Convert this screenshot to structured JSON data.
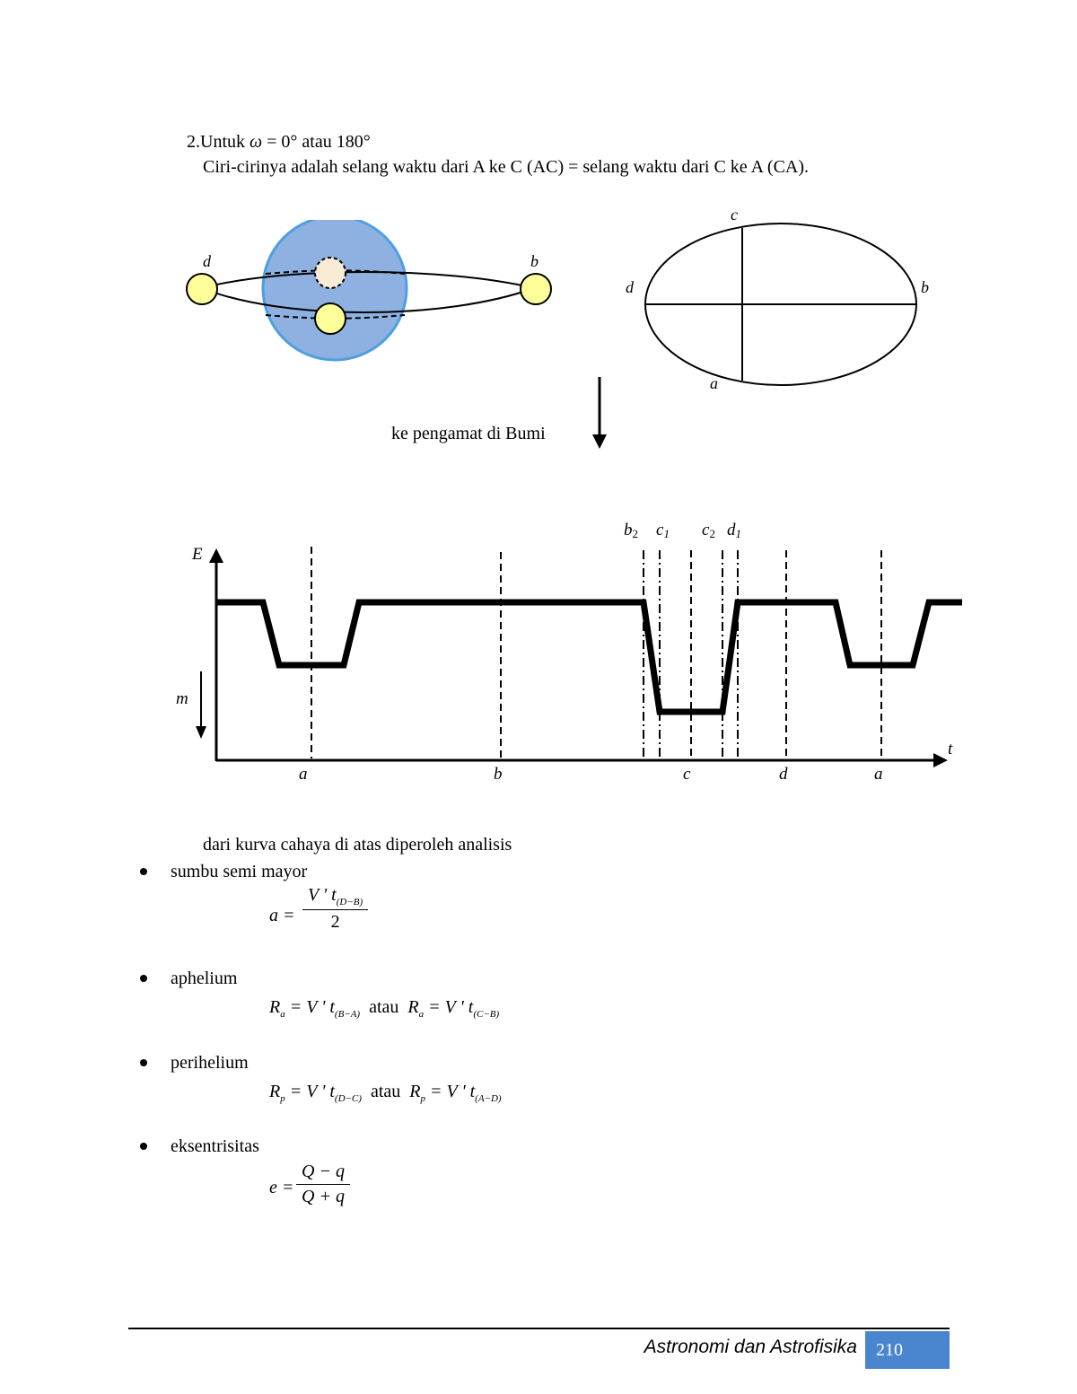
{
  "heading": {
    "number": "2.",
    "lead": "Untuk",
    "symbol": "ω",
    "condition": " = 0° atau 180°",
    "description": "Ciri-cirinya adalah selang waktu dari A ke C (AC) = selang waktu dari C ke A (CA)."
  },
  "orbit_diagram": {
    "label_left": "d",
    "label_right": "b"
  },
  "ellipse_diagram": {
    "label_top": "c",
    "label_left": "d",
    "label_right": "b",
    "label_bottom": "a"
  },
  "observer_note": "ke  pengamat di Bumi",
  "light_curve": {
    "y_axis_label": "E",
    "magnitude_label": "m",
    "x_axis_label": "t",
    "contact_labels": [
      "b",
      "2",
      "c",
      "1",
      "c",
      "2",
      "d",
      "1"
    ],
    "x_ticks": [
      "a",
      "b",
      "c",
      "d",
      "a"
    ]
  },
  "analysis": {
    "intro": "dari kurva cahaya di atas diperoleh analisis",
    "items": [
      {
        "label": "sumbu semi mayor"
      },
      {
        "label": "aphelium",
        "connector": "atau"
      },
      {
        "label": "perihelium",
        "connector": "atau"
      },
      {
        "label": "eksentrisitas"
      }
    ],
    "formulas": {
      "a_lhs": "a =",
      "a_num": "V ' t",
      "a_num_sub": "(D−B)",
      "a_den": "2",
      "ra1": "R",
      "ra1_sub": "a",
      "ra1_rhs": " = V ' t",
      "ra1_rhs_sub": "(B−A)",
      "ra2": "R",
      "ra2_sub": "a",
      "ra2_rhs": " = V ' t",
      "ra2_rhs_sub": "(C−B)",
      "rp1": "R",
      "rp1_sub": "p",
      "rp1_rhs": " = V ' t",
      "rp1_rhs_sub": "(D−C)",
      "rp2": "R",
      "rp2_sub": "p",
      "rp2_rhs": " = V ' t",
      "rp2_rhs_sub": "(A−D)",
      "e_lhs": "e =",
      "e_num": "Q − q",
      "e_den": "Q + q"
    }
  },
  "footer": {
    "book_title": "Astronomi dan Astrofisika",
    "page_number": "210"
  },
  "colors": {
    "disk_fill": "#8eb1e1",
    "disk_stroke": "#4d9fe0",
    "star_fill": "#ffff99",
    "hidden_star_fill": "#f9ecd6",
    "page_box": "#4a86cf"
  }
}
